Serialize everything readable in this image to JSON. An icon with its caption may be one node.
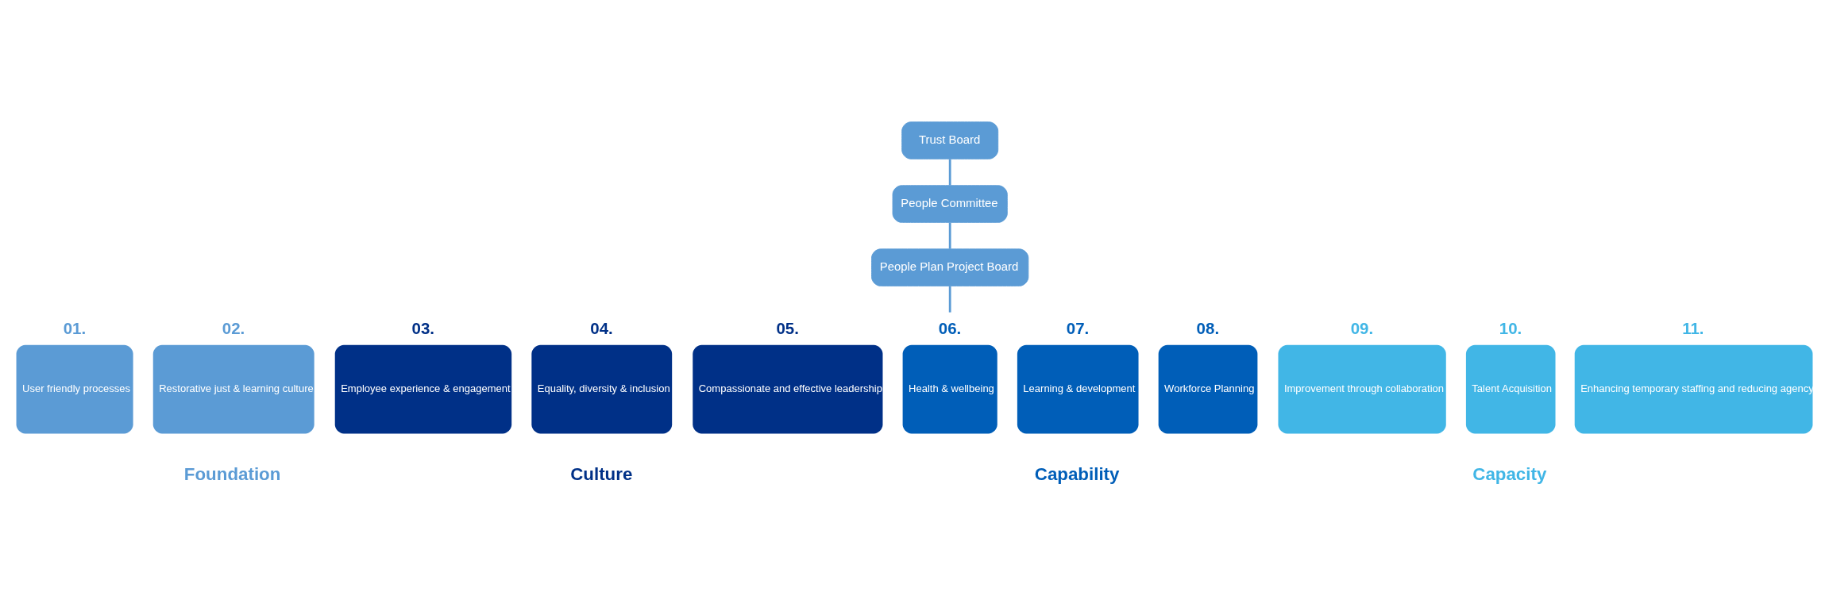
{
  "diagram": {
    "nodes": [
      {
        "text": [
          "Trust Board"
        ]
      },
      {
        "text": [
          "People Committee"
        ]
      },
      {
        "text": [
          "People Plan Project Board"
        ]
      },
      {
        "text": [
          "01.",
          "User friendly processes"
        ]
      },
      {
        "text": [
          "02.",
          "Restorative just & learning culture"
        ]
      },
      {
        "text": [
          "03.",
          "Employee experience & engagement"
        ]
      },
      {
        "text": [
          "04.",
          "Equality, diversity & inclusion"
        ]
      },
      {
        "text": [
          "05.",
          "Compassionate and effective leadership"
        ]
      },
      {
        "text": [
          "06.",
          "Health & wellbeing"
        ]
      },
      {
        "text": [
          "07.",
          "Learning & development"
        ]
      },
      {
        "text": [
          "08.",
          "Workforce Planning"
        ]
      },
      {
        "text": [
          "09.",
          "Improvement through collaboration"
        ]
      },
      {
        "text": [
          "10.",
          "Talent Acquisition"
        ]
      },
      {
        "text": [
          "11.",
          "Enhancing temporary staffing and reducing agency"
        ]
      }
    ],
    "edges": [
      {
        "from": 0,
        "to": 1,
        "arrow": "none"
      },
      {
        "from": 1,
        "to": 2,
        "arrow": "none"
      },
      {
        "from": 2,
        "to": 8,
        "arrow": "none"
      }
    ],
    "labels": [
      "Foundation",
      "Culture",
      "Capability",
      "Capacity"
    ]
  }
}
